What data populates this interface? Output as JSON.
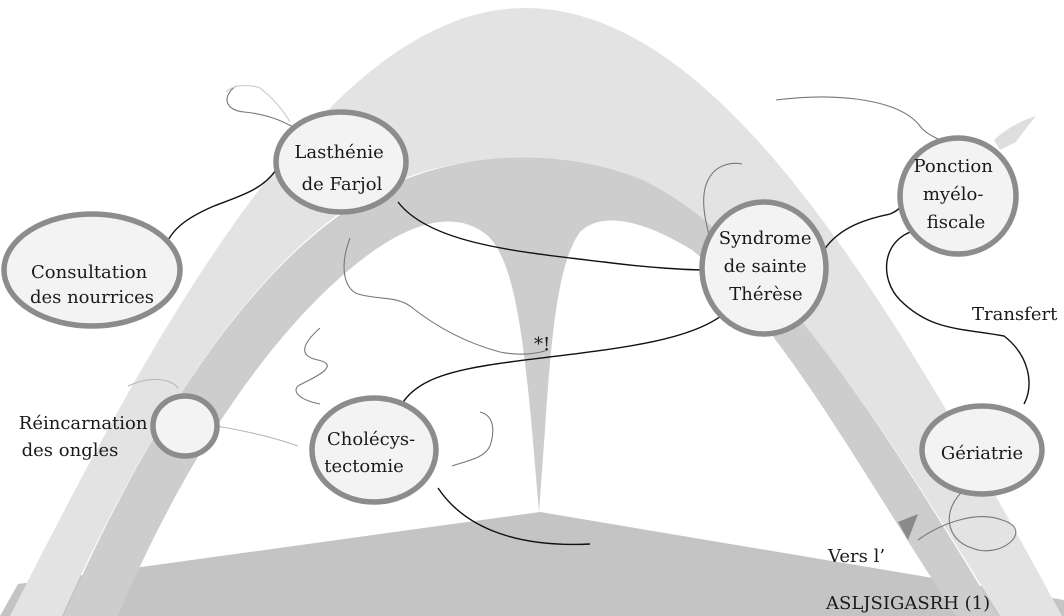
{
  "nodes": {
    "lasthenie": [
      "Lasthénie",
      "de Farjol"
    ],
    "consultation": [
      "Consultation",
      "des nourrices"
    ],
    "reincarnation": [
      "Réincarnation",
      "des ongles"
    ],
    "cholecystectomie": [
      "Cholécys-",
      "tectomie"
    ],
    "syndrome": [
      "Syndrome",
      "de sainte",
      "Thérèse"
    ],
    "ponction": [
      "Ponction",
      "myélo-",
      "fiscale"
    ],
    "geriatrie": [
      "Gériatrie"
    ]
  },
  "annotations": {
    "star": "*!",
    "transfert": "Transfert",
    "vers": "Vers l’",
    "asljsigasrh": "ASLJSIGASRH (1)"
  },
  "colors": {
    "outer_arch": "#e3e3e3",
    "inner_arch": "#cdcdcd",
    "floor": "#c4c4c4",
    "node_border": "#8c8c8c",
    "node_fill": "#f3f3f3"
  }
}
